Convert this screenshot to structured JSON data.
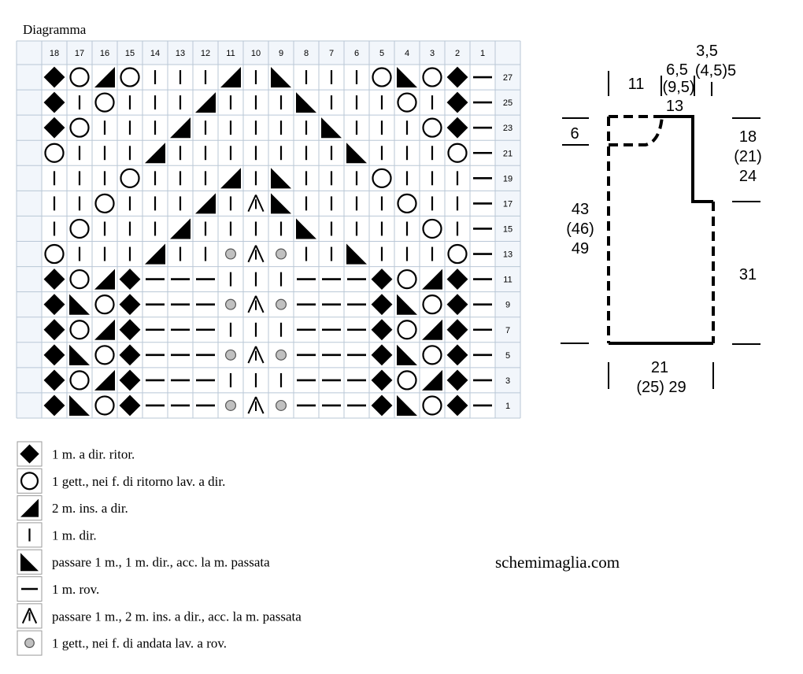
{
  "title": "Diagramma",
  "watermark": "schemimaglia.com",
  "chart": {
    "col_labels": [
      "18",
      "17",
      "16",
      "15",
      "14",
      "13",
      "12",
      "11",
      "10",
      "9",
      "8",
      "7",
      "6",
      "5",
      "4",
      "3",
      "2",
      "1"
    ],
    "rows": [
      {
        "num": "27",
        "cells": [
          "D",
          "O",
          "K",
          "O",
          "I",
          "I",
          "I",
          "K",
          "I",
          "S",
          "I",
          "I",
          "I",
          "O",
          "S",
          "O",
          "D",
          "P"
        ]
      },
      {
        "num": "25",
        "cells": [
          "D",
          "I",
          "O",
          "I",
          "I",
          "I",
          "K",
          "I",
          "I",
          "I",
          "S",
          "I",
          "I",
          "I",
          "O",
          "I",
          "D",
          "P"
        ]
      },
      {
        "num": "23",
        "cells": [
          "D",
          "O",
          "I",
          "I",
          "I",
          "K",
          "I",
          "I",
          "I",
          "I",
          "I",
          "S",
          "I",
          "I",
          "I",
          "O",
          "D",
          "P"
        ]
      },
      {
        "num": "21",
        "cells": [
          "O",
          "I",
          "I",
          "I",
          "K",
          "I",
          "I",
          "I",
          "I",
          "I",
          "I",
          "I",
          "S",
          "I",
          "I",
          "I",
          "O",
          "P"
        ]
      },
      {
        "num": "19",
        "cells": [
          "I",
          "I",
          "I",
          "O",
          "I",
          "I",
          "I",
          "K",
          "I",
          "S",
          "I",
          "I",
          "I",
          "O",
          "I",
          "I",
          "I",
          "P"
        ]
      },
      {
        "num": "17",
        "cells": [
          "I",
          "I",
          "O",
          "I",
          "I",
          "I",
          "K",
          "I",
          "A",
          "S",
          "I",
          "I",
          "I",
          "I",
          "O",
          "I",
          "I",
          "P"
        ]
      },
      {
        "num": "15",
        "cells": [
          "I",
          "O",
          "I",
          "I",
          "I",
          "K",
          "I",
          "I",
          "I",
          "I",
          "S",
          "I",
          "I",
          "I",
          "I",
          "O",
          "I",
          "P"
        ]
      },
      {
        "num": "13",
        "cells": [
          "O",
          "I",
          "I",
          "I",
          "K",
          "I",
          "I",
          "G",
          "A",
          "G",
          "I",
          "I",
          "S",
          "I",
          "I",
          "I",
          "O",
          "P"
        ]
      },
      {
        "num": "11",
        "cells": [
          "D",
          "O",
          "K",
          "D",
          "P",
          "P",
          "P",
          "I",
          "I",
          "I",
          "P",
          "P",
          "P",
          "D",
          "O",
          "K",
          "D",
          "P"
        ]
      },
      {
        "num": "9",
        "cells": [
          "D",
          "S",
          "O",
          "D",
          "P",
          "P",
          "P",
          "G",
          "A",
          "G",
          "P",
          "P",
          "P",
          "D",
          "S",
          "O",
          "D",
          "P"
        ]
      },
      {
        "num": "7",
        "cells": [
          "D",
          "O",
          "K",
          "D",
          "P",
          "P",
          "P",
          "I",
          "I",
          "I",
          "P",
          "P",
          "P",
          "D",
          "O",
          "K",
          "D",
          "P"
        ]
      },
      {
        "num": "5",
        "cells": [
          "D",
          "S",
          "O",
          "D",
          "P",
          "P",
          "P",
          "G",
          "A",
          "G",
          "P",
          "P",
          "P",
          "D",
          "S",
          "O",
          "D",
          "P"
        ]
      },
      {
        "num": "3",
        "cells": [
          "D",
          "O",
          "K",
          "D",
          "P",
          "P",
          "P",
          "I",
          "I",
          "I",
          "P",
          "P",
          "P",
          "D",
          "O",
          "K",
          "D",
          "P"
        ]
      },
      {
        "num": "1",
        "cells": [
          "D",
          "S",
          "O",
          "D",
          "P",
          "P",
          "P",
          "G",
          "A",
          "G",
          "P",
          "P",
          "P",
          "D",
          "S",
          "O",
          "D",
          "P"
        ]
      }
    ]
  },
  "legend": [
    {
      "symbol": "D",
      "icon": "diamond-icon",
      "text": "1 m. a dir. ritor."
    },
    {
      "symbol": "O",
      "icon": "open-circle-icon",
      "text": "1 gett., nei f. di ritorno lav. a dir."
    },
    {
      "symbol": "K",
      "icon": "right-triangle-k2tog-icon",
      "text": "2 m. ins. a dir."
    },
    {
      "symbol": "I",
      "icon": "vertical-bar-icon",
      "text": "1 m. dir."
    },
    {
      "symbol": "S",
      "icon": "left-triangle-skpo-icon",
      "text": "passare 1 m., 1 m. dir., acc. la m. passata"
    },
    {
      "symbol": "P",
      "icon": "horizontal-bar-icon",
      "text": "1 m. rov."
    },
    {
      "symbol": "A",
      "icon": "double-decrease-icon",
      "text": "passare 1 m., 2 m. ins. a dir., acc. la m. passata"
    },
    {
      "symbol": "G",
      "icon": "grey-circle-icon",
      "text": "1 gett., nei f. di andata lav. a rov."
    }
  ],
  "schematic": {
    "top_width": "11",
    "neck_inner": "6,5",
    "neck_inner_alt": "(9,5)",
    "neck_total": "13",
    "shoulder_a": "3,5",
    "shoulder_b": "(4,5)5",
    "neck_depth": "6",
    "armhole": [
      "18",
      "(21)",
      "24"
    ],
    "total_height": [
      "43",
      "(46)",
      "49"
    ],
    "side": "31",
    "bottom_width": [
      "21",
      "(25) 29"
    ]
  },
  "colors": {
    "grid_line": "#b9c7d6",
    "header_bg": "#f2f6fb",
    "grey_fill": "#c0c0c0",
    "symbol": "#000000"
  }
}
